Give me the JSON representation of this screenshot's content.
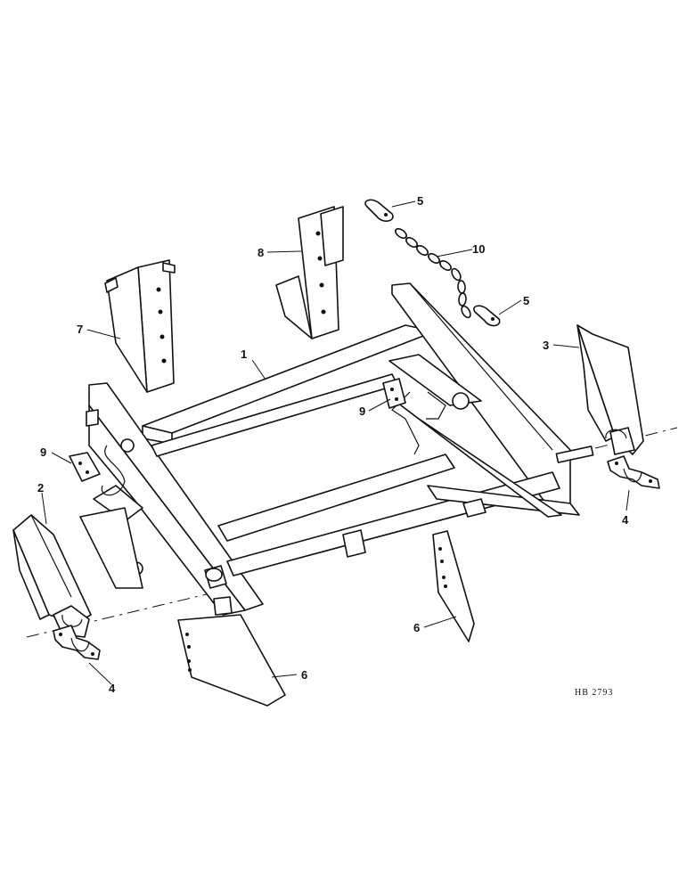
{
  "callouts": {
    "c1": "1",
    "c2": "2",
    "c3": "3",
    "c4a": "4",
    "c4b": "4",
    "c5a": "5",
    "c5b": "5",
    "c6a": "6",
    "c6b": "6",
    "c7": "7",
    "c8": "8",
    "c9a": "9",
    "c9b": "9",
    "c10": "10"
  },
  "reference_code": "HB 2793"
}
